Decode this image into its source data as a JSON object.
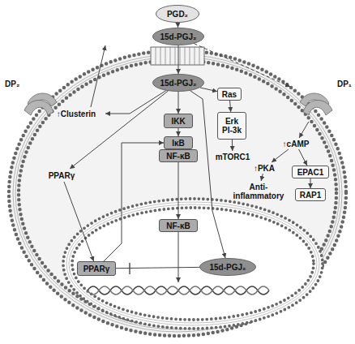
{
  "diagram": {
    "nodes": [
      {
        "text": [
          "PGD₂"
        ]
      },
      {
        "text": [
          "15d-PGJ₂"
        ]
      },
      {
        "text": [
          "DP₂"
        ]
      },
      {
        "text": [
          "DP₁"
        ]
      },
      {
        "text": [
          "15d-PGJ₂"
        ]
      },
      {
        "text": [
          "↑Clusterin"
        ]
      },
      {
        "text": [
          "Ras"
        ]
      },
      {
        "text": [
          "Erk",
          "PI-3k"
        ]
      },
      {
        "text": [
          "mTORC1"
        ]
      },
      {
        "text": [
          "↑cAMP"
        ]
      },
      {
        "text": [
          "↑PKA"
        ]
      },
      {
        "text": [
          "EPAC1"
        ]
      },
      {
        "text": [
          "RAP1"
        ]
      },
      {
        "text": [
          "Anti-inflammatory"
        ]
      },
      {
        "text": [
          "IKK"
        ]
      },
      {
        "text": [
          "IκB"
        ]
      },
      {
        "text": [
          "NF-κB"
        ]
      },
      {
        "text": [
          "PPARγ"
        ]
      },
      {
        "text": [
          "NF-κB"
        ]
      },
      {
        "text": [
          "PPARγ"
        ]
      },
      {
        "text": [
          "15d-PGJ₂"
        ]
      }
    ],
    "edges": [
      {
        "from": 0,
        "to": 1,
        "arrow": "to"
      },
      {
        "from": 1,
        "to": 4,
        "arrow": "to"
      },
      {
        "from": 1,
        "to": 3,
        "arrow": "to"
      },
      {
        "from": 4,
        "to": 5,
        "arrow": "to"
      },
      {
        "from": 4,
        "to": 6,
        "arrow": "to"
      },
      {
        "from": 6,
        "to": 7,
        "arrow": "to"
      },
      {
        "from": 7,
        "to": 8,
        "arrow": "to"
      },
      {
        "from": 3,
        "to": 9,
        "arrow": "to"
      },
      {
        "from": 9,
        "to": 10,
        "arrow": "to"
      },
      {
        "from": 9,
        "to": 11,
        "arrow": "to"
      },
      {
        "from": 10,
        "to": 13,
        "arrow": "to"
      },
      {
        "from": 11,
        "to": 12,
        "arrow": "to"
      },
      {
        "from": 4,
        "to": 14,
        "arrow": "to"
      },
      {
        "from": 14,
        "to": 15,
        "arrow": "to"
      },
      {
        "from": 16,
        "to": 18,
        "arrow": "to"
      },
      {
        "from": 4,
        "to": 17,
        "arrow": "to"
      },
      {
        "from": 17,
        "to": 19,
        "arrow": "to"
      },
      {
        "from": 19,
        "to": 15,
        "arrow": "to"
      },
      {
        "from": 4,
        "to": 20,
        "arrow": "to"
      },
      {
        "from": 20,
        "to": 19,
        "arrow": "none"
      }
    ]
  }
}
